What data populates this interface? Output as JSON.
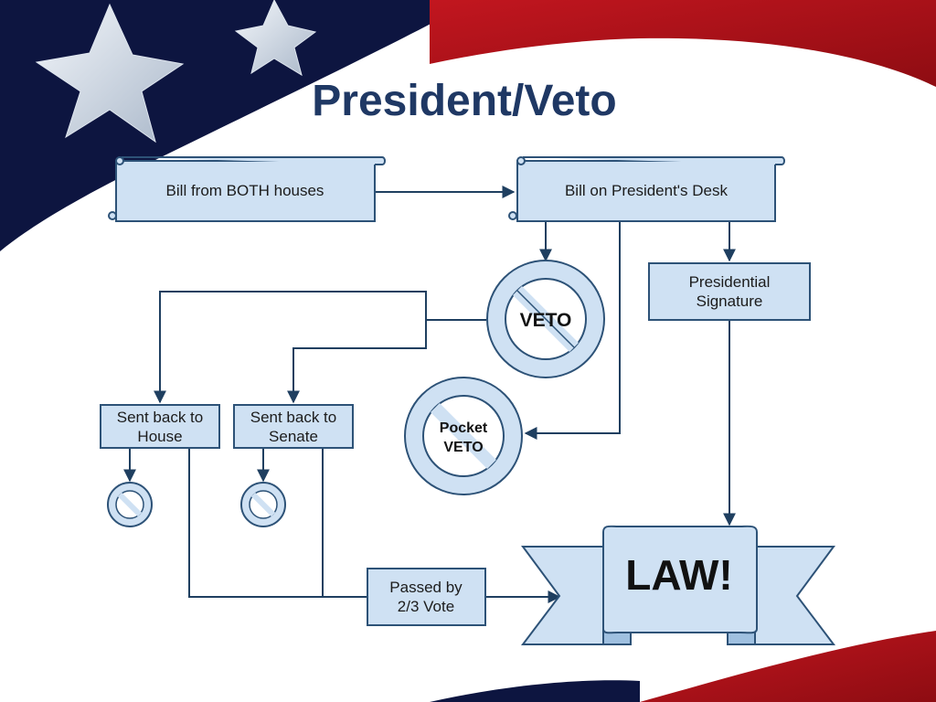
{
  "slide": {
    "title": "President/Veto",
    "colors": {
      "navy": "#0d1540",
      "red": "#b3121b",
      "box_fill": "#cfe1f3",
      "box_stroke": "#2d5277",
      "title": "#1f3864"
    }
  },
  "flowchart": {
    "bill_both_houses": "Bill from BOTH houses",
    "bill_presidents_desk": "Bill on President's Desk",
    "veto": "VETO",
    "pocket_veto": [
      "Pocket",
      "VETO"
    ],
    "presidential_signature": [
      "Presidential",
      "Signature"
    ],
    "sent_back_house": [
      "Sent back to",
      "House"
    ],
    "sent_back_senate": [
      "Sent back to",
      "Senate"
    ],
    "passed_vote": [
      "Passed by",
      "2/3 Vote"
    ],
    "law": "LAW!"
  }
}
